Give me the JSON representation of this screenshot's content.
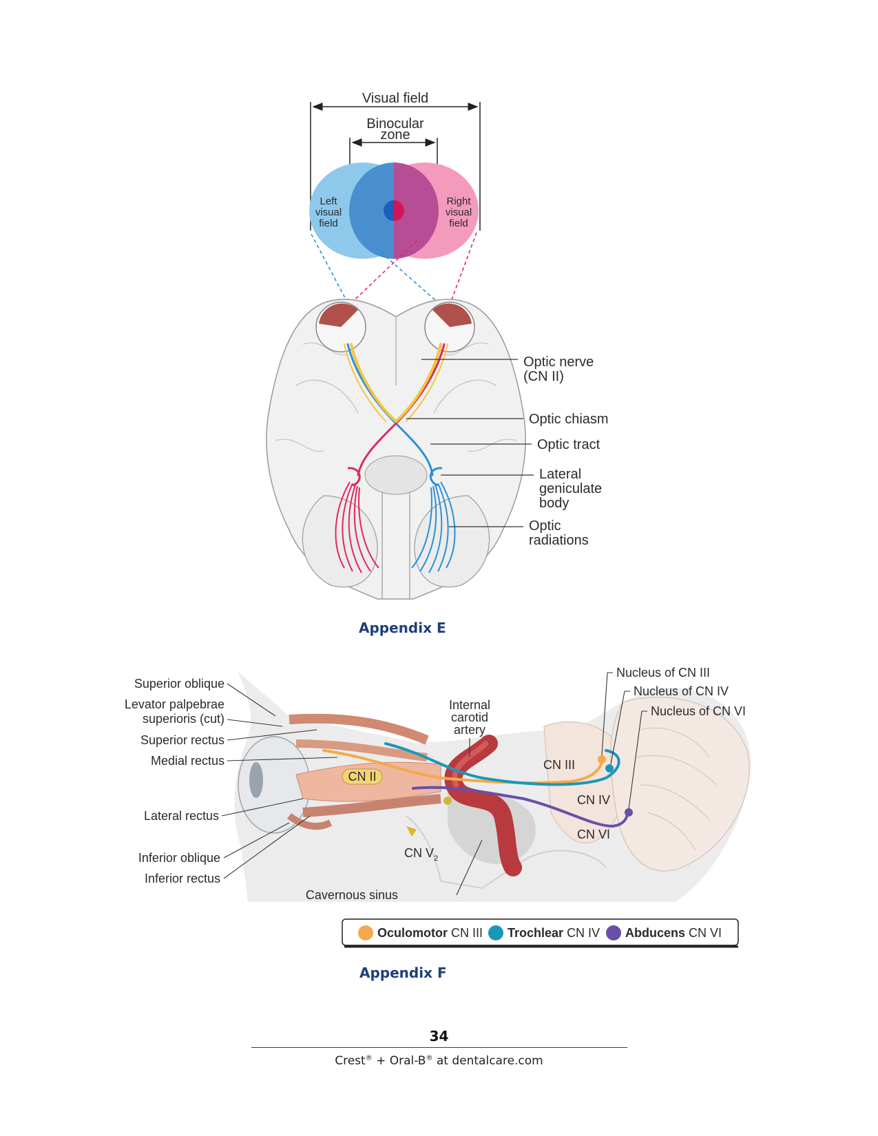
{
  "appendix_e": {
    "caption": "Appendix E",
    "labels": {
      "visual_field": "Visual field",
      "binocular_1": "Binocular",
      "binocular_2": "zone",
      "left_1": "Left",
      "left_2": "visual",
      "left_3": "field",
      "right_1": "Right",
      "right_2": "visual",
      "right_3": "field",
      "optic_nerve_1": "Optic nerve",
      "optic_nerve_2": "(CN II)",
      "optic_chiasm": "Optic chiasm",
      "optic_tract": "Optic tract",
      "lgb_1": "Lateral",
      "lgb_2": "geniculate",
      "lgb_3": "body",
      "radiations_1": "Optic",
      "radiations_2": "radiations"
    },
    "colors": {
      "left_field": "#8ec9ec",
      "right_field": "#f49bbd",
      "overlap_left": "#4a8fd0",
      "overlap_right": "#b74d94",
      "blue_path": "#2a8fd6",
      "red_path": "#e0275c",
      "yellow_path": "#f4c542"
    }
  },
  "appendix_f": {
    "caption": "Appendix F",
    "labels": {
      "superior_oblique": "Superior oblique",
      "levator_1": "Levator palpebrae",
      "levator_2": "superioris (cut)",
      "superior_rectus": "Superior rectus",
      "medial_rectus": "Medial rectus",
      "lateral_rectus": "Lateral rectus",
      "inferior_oblique": "Inferior oblique",
      "inferior_rectus": "Inferior rectus",
      "internal_carotid_1": "Internal",
      "internal_carotid_2": "carotid",
      "internal_carotid_3": "artery",
      "cn_ii": "CN II",
      "cn_v2": "CN V",
      "cn_v2_sub": "2",
      "cavernous_sinus": "Cavernous sinus",
      "cn_iii": "CN III",
      "cn_iv": "CN IV",
      "cn_vi": "CN VI",
      "nucleus_iii": "Nucleus of CN III",
      "nucleus_iv": "Nucleus of CN IV",
      "nucleus_vi": "Nucleus of CN VI"
    },
    "legend": [
      {
        "name": "Oculomotor",
        "suffix": "CN III",
        "color": "#f5a94a"
      },
      {
        "name": "Trochlear",
        "suffix": "CN IV",
        "color": "#1a97b8"
      },
      {
        "name": "Abducens",
        "suffix": "CN VI",
        "color": "#6a4fa8"
      }
    ]
  },
  "footer": {
    "page_number": "34",
    "brand_1": "Crest",
    "reg": "®",
    "brand_2": " + Oral-B",
    "brand_3": " at dentalcare.com"
  }
}
